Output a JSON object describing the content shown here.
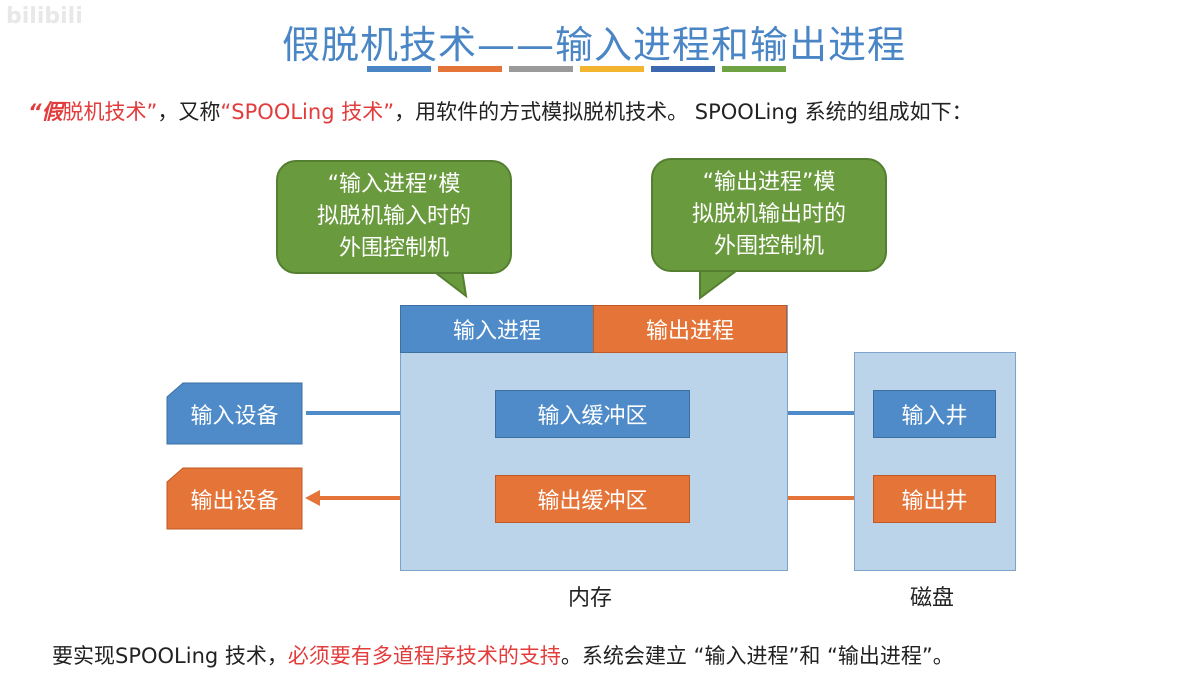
{
  "watermark": "bilibili",
  "title": "假脱机技术——输入进程和输出进程",
  "colors": [
    "#4a86c5",
    "#e47438",
    "#9a9a9a",
    "#f3b530",
    "#3c68b0",
    "#6ea343"
  ],
  "intro": {
    "q1": "“假",
    "q2": "脱机技术”",
    "p1": "，又称",
    "spool": "“SPOOLing 技术”",
    "p2": "，用软件的方式模拟脱机技术。 SPOOLing 系统的组成如下："
  },
  "bubbles": {
    "input": [
      "“输入进程”模",
      "拟脱机输入时的",
      "外围控制机"
    ],
    "output": [
      "“输出进程”模",
      "拟脱机输出时的",
      "外围控制机"
    ]
  },
  "memory": {
    "input_process": "输入进程",
    "output_process": "输出进程",
    "input_buffer": "输入缓冲区",
    "output_buffer": "输出缓冲区",
    "label": "内存"
  },
  "devices": {
    "input": "输入设备",
    "output": "输出设备"
  },
  "disk": {
    "input_well": "输入井",
    "output_well": "输出井",
    "label": "磁盘"
  },
  "bottom": {
    "a": "要实现SPOOLing 技术，",
    "b": "必须要有多道程序技术的支持",
    "c": "。系统会建立 “输入进程”和 “输出进程”。"
  }
}
